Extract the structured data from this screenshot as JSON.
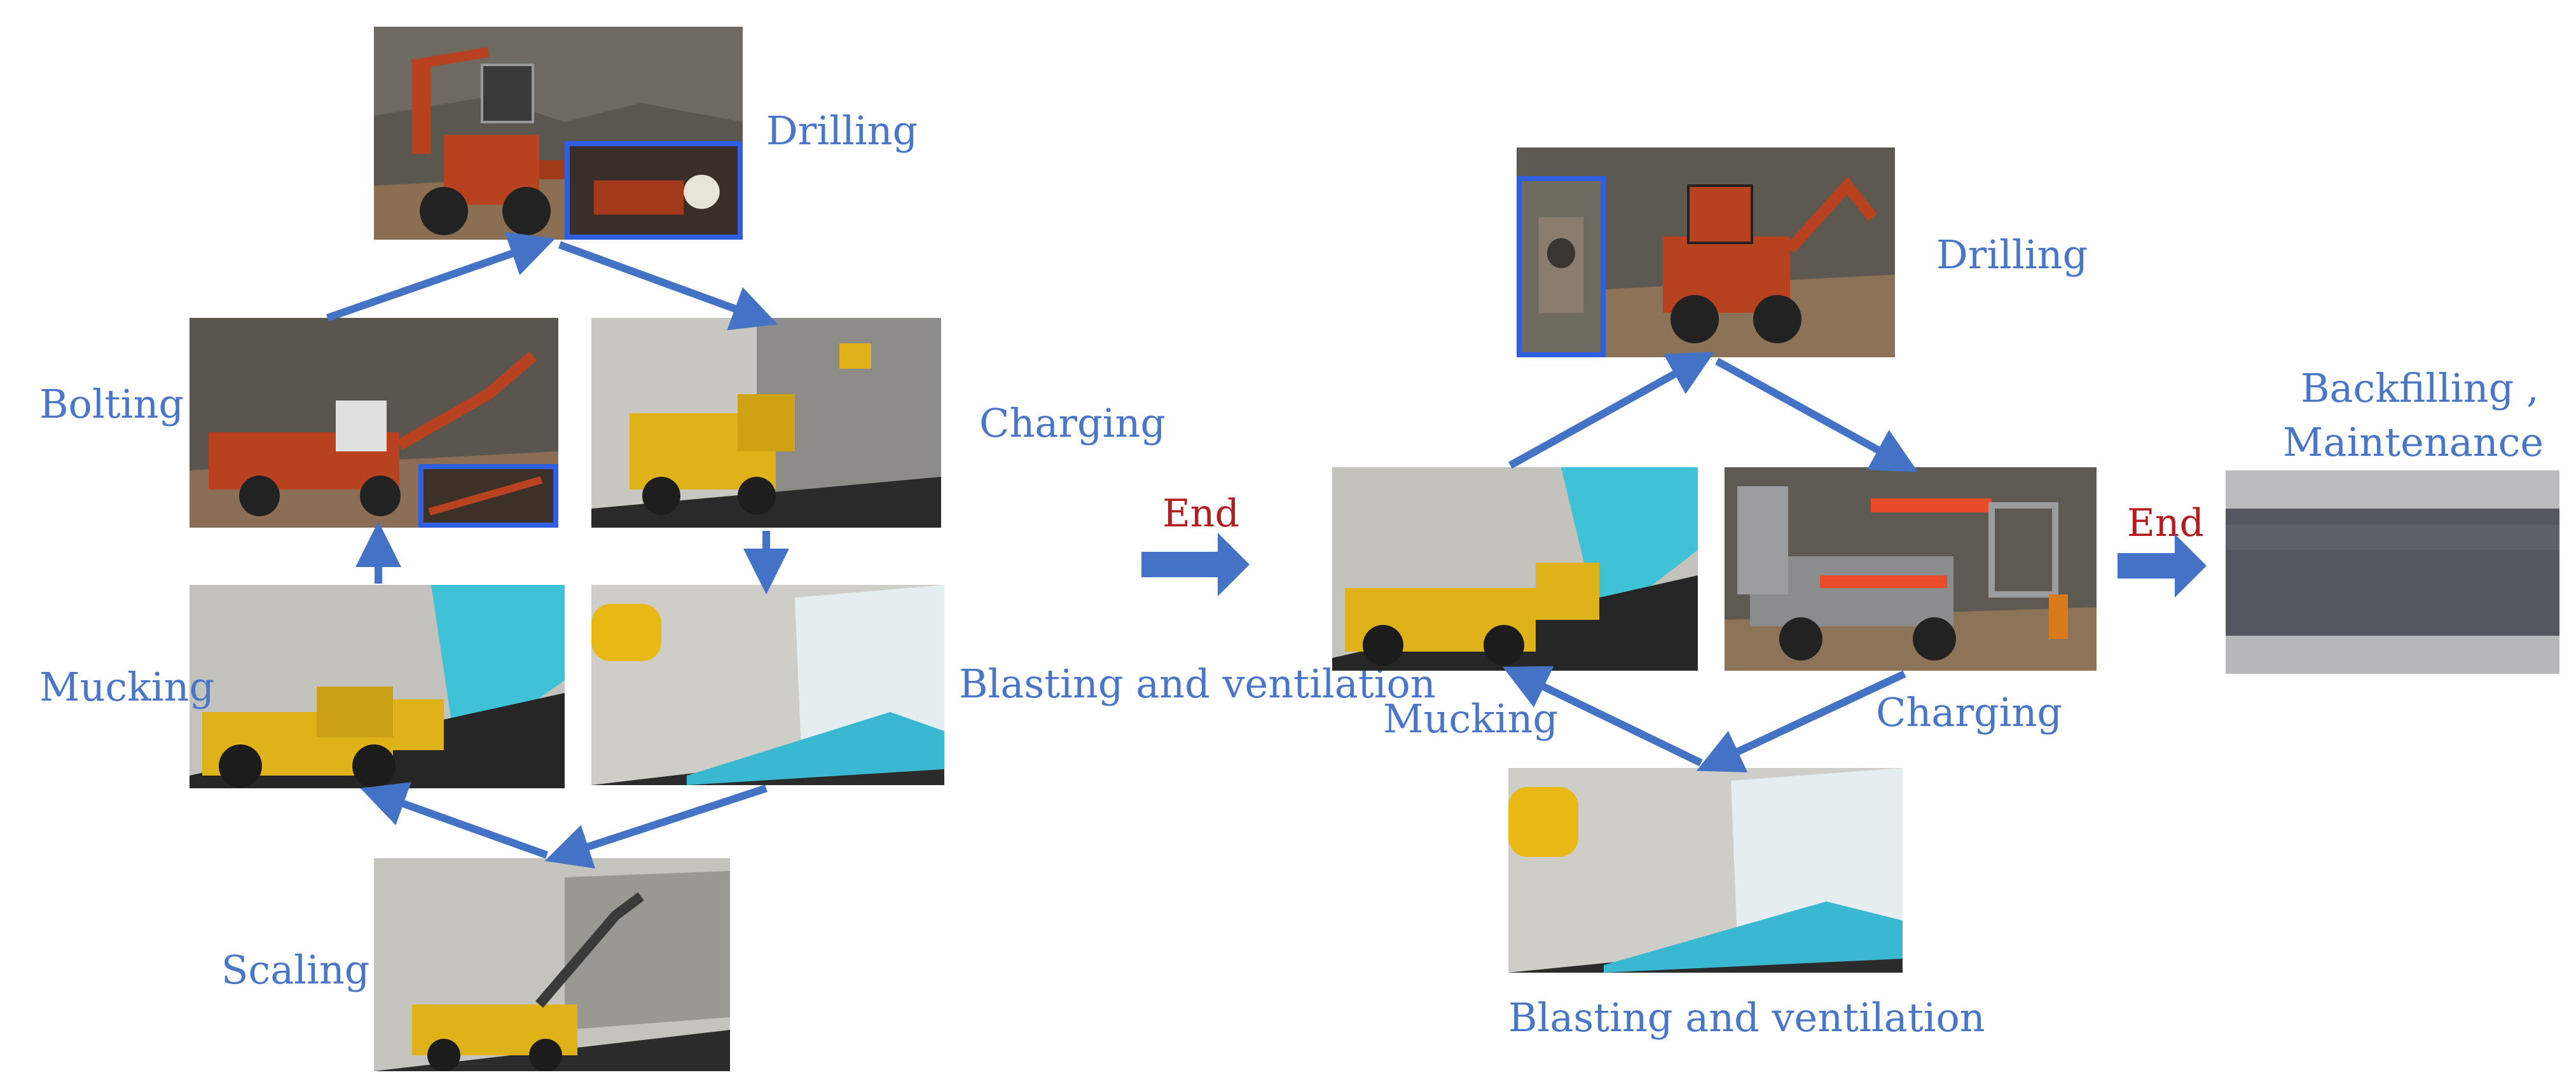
{
  "left_cycle": {
    "drilling": "Drilling",
    "bolting": "Bolting",
    "charging": "Charging",
    "mucking": "Mucking",
    "blasting": "Blasting and ventilation",
    "scaling": "Scaling"
  },
  "end_left": "End",
  "right_cycle": {
    "drilling": "Drilling",
    "mucking": "Mucking",
    "charging": "Charging",
    "blasting": "Blasting and ventilation"
  },
  "end_right": "End",
  "final": {
    "line1": "Backfilling ,",
    "line2": "Maintenance"
  },
  "colors": {
    "label_blue": "#4a76c7",
    "arrow_blue": "#4472c4",
    "end_red": "#b31d22",
    "inset_border": "#2f5fe0",
    "machine_red": "#b8421f",
    "machine_yellow": "#e0b21a"
  }
}
